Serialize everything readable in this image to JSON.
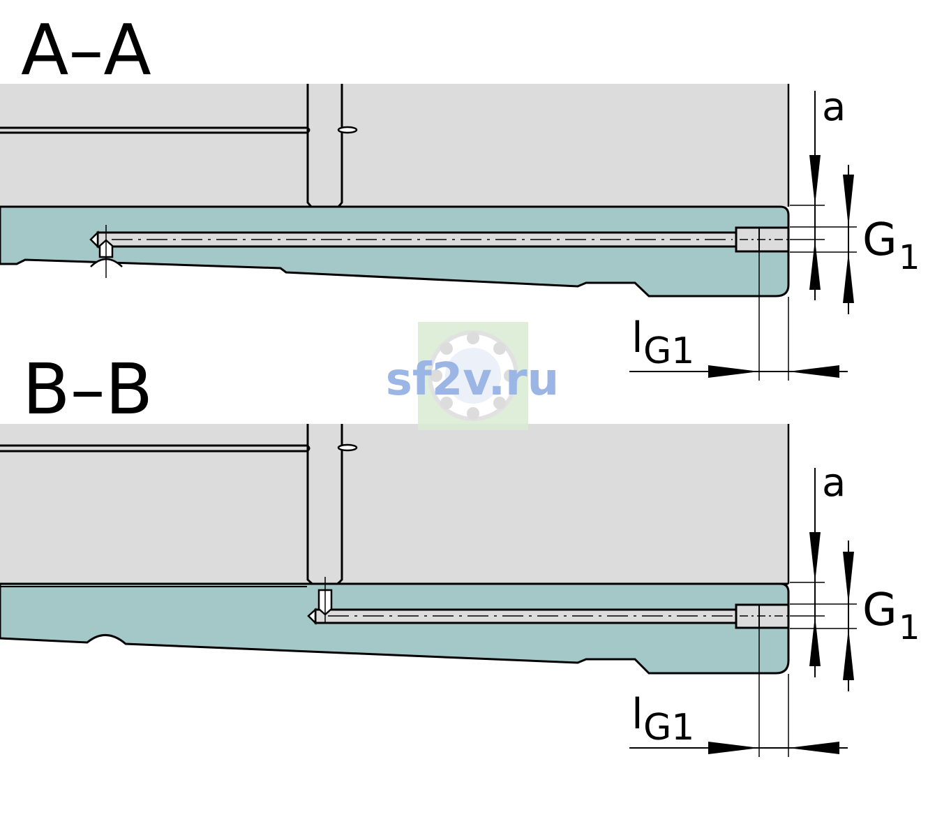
{
  "sections": [
    {
      "title": "A–A",
      "dims": {
        "a": "a",
        "g_main": "G",
        "g_sub": "1",
        "l_main": "l",
        "l_sub": "G1"
      }
    },
    {
      "title": "B–B",
      "dims": {
        "a": "a",
        "g_main": "G",
        "g_sub": "1",
        "l_main": "l",
        "l_sub": "G1"
      }
    }
  ],
  "watermark": {
    "text": "sf2v.ru"
  },
  "colors": {
    "housing_gray": "#dcdcdc",
    "ring_teal": "#a4c8c8",
    "line": "#000000",
    "watermark_text": "#8aa9e0",
    "watermark_bg": "#d9ecd3"
  }
}
